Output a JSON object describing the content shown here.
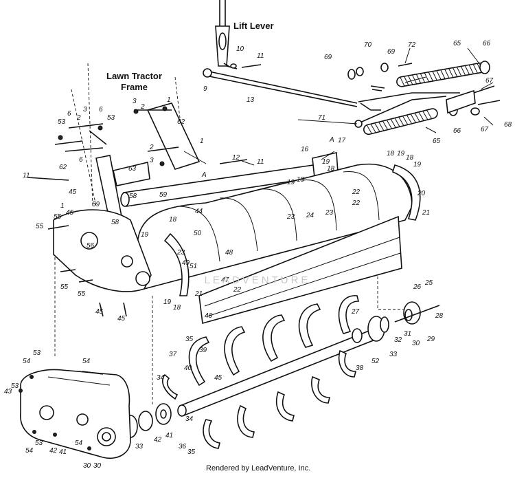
{
  "captions": {
    "lift_lever": "Lift Lever",
    "lawn_tractor_frame_line1": "Lawn Tractor",
    "lawn_tractor_frame_line2": "Frame",
    "footer": "Rendered by LeadVenture, Inc.",
    "watermark": "LEADVENTURE"
  },
  "part_callouts": [
    "10",
    "11",
    "9",
    "13",
    "69",
    "70",
    "69",
    "72",
    "65",
    "66",
    "67",
    "66",
    "67",
    "68",
    "71",
    "A",
    "65",
    "3",
    "2",
    "1",
    "62",
    "53",
    "6",
    "2",
    "3",
    "6",
    "53",
    "11",
    "6",
    "2",
    "3",
    "1",
    "62",
    "63",
    "12",
    "11",
    "A",
    "17",
    "16",
    "19",
    "18",
    "18",
    "19",
    "18",
    "19",
    "20",
    "21",
    "22",
    "22",
    "19",
    "18",
    "24",
    "23",
    "23",
    "45",
    "45",
    "59",
    "58",
    "58",
    "59",
    "1",
    "44",
    "50",
    "19",
    "55",
    "55",
    "56",
    "18",
    "23",
    "51",
    "49",
    "55",
    "55",
    "45",
    "45",
    "19",
    "18",
    "21",
    "22",
    "48",
    "47",
    "46",
    "26",
    "25",
    "27",
    "28",
    "31",
    "32",
    "30",
    "29",
    "33",
    "52",
    "38",
    "35",
    "39",
    "37",
    "40",
    "34",
    "45",
    "54",
    "53",
    "54",
    "53",
    "43",
    "54",
    "53",
    "54",
    "41",
    "42",
    "30",
    "30",
    "33",
    "42",
    "41",
    "36",
    "35",
    "34"
  ]
}
